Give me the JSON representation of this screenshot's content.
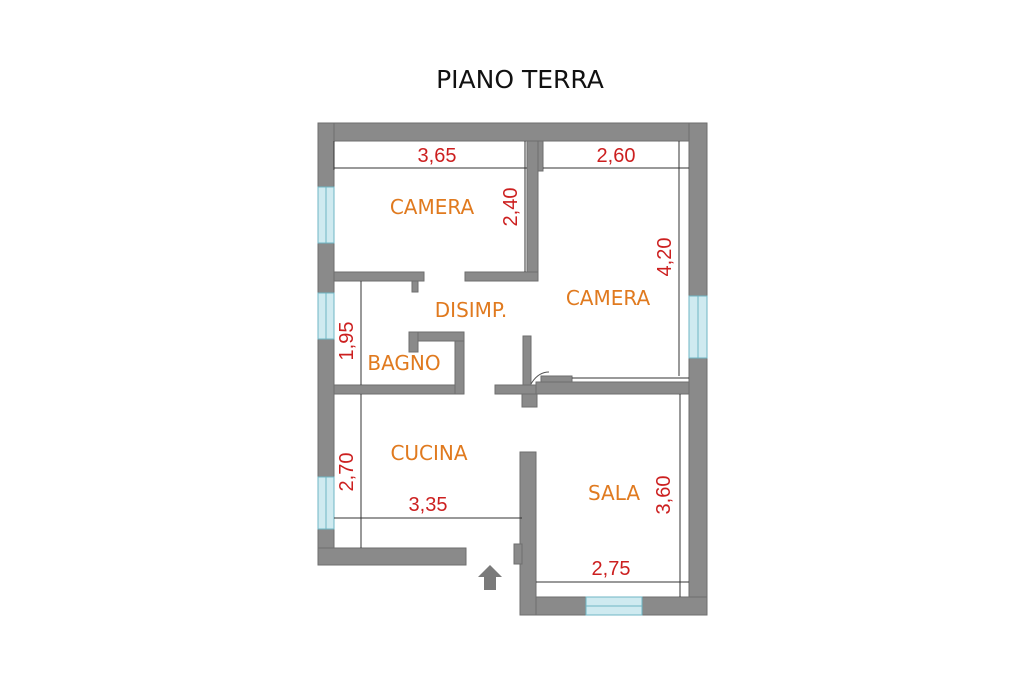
{
  "title": "PIANO TERRA",
  "colors": {
    "wall": "#8a8a8a",
    "wall_edge": "#6e6e6e",
    "room_label": "#e07a1f",
    "dimension": "#cc1f1f",
    "window": "#cfeaf0",
    "arrow": "#7a7a7a"
  },
  "rooms": {
    "camera_1": "CAMERA",
    "camera_2": "CAMERA",
    "disimpegno": "DISIMP.",
    "bagno": "BAGNO",
    "cucina": "CUCINA",
    "sala": "SALA"
  },
  "dimensions": {
    "camera_1_width": "3,65",
    "camera_1_depth": "2,40",
    "camera_2_width": "2,60",
    "camera_2_depth": "4,20",
    "bagno_depth": "1,95",
    "cucina_depth": "2,70",
    "cucina_width": "3,35",
    "sala_depth": "3,60",
    "sala_width": "2,75"
  },
  "icons": {
    "entrance": "up-arrow-icon"
  }
}
